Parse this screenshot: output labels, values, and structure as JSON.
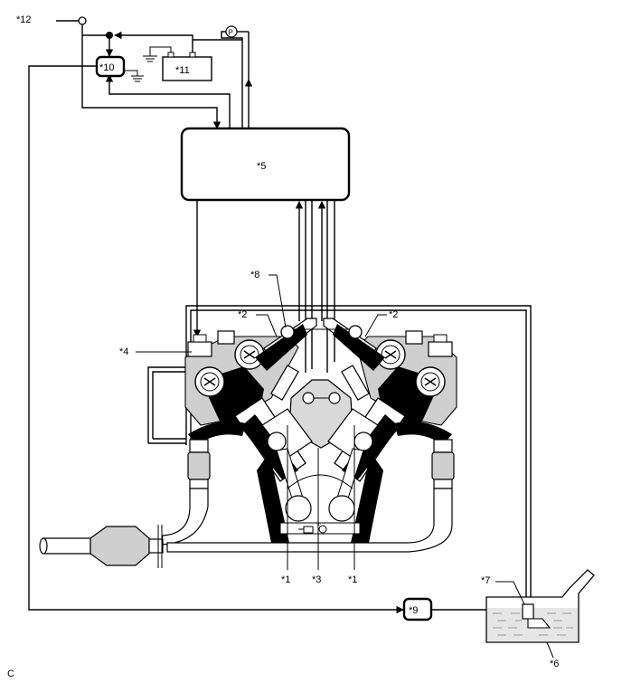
{
  "labels": {
    "injector": "*1",
    "fuel_pump_unit": "*2",
    "crank_sensor": "*3",
    "ignition_coil": "*4",
    "ecm": "*5",
    "fuel_tank": "*6",
    "fuel_sender": "*7",
    "pressure_sensor": "*8",
    "relay_9": "*9",
    "relay_10": "*10",
    "battery": "*11",
    "power_source": "*12",
    "footer_code": "C"
  },
  "icons": {
    "gauge_symbol": "P",
    "battery_terminals": "+ -"
  }
}
